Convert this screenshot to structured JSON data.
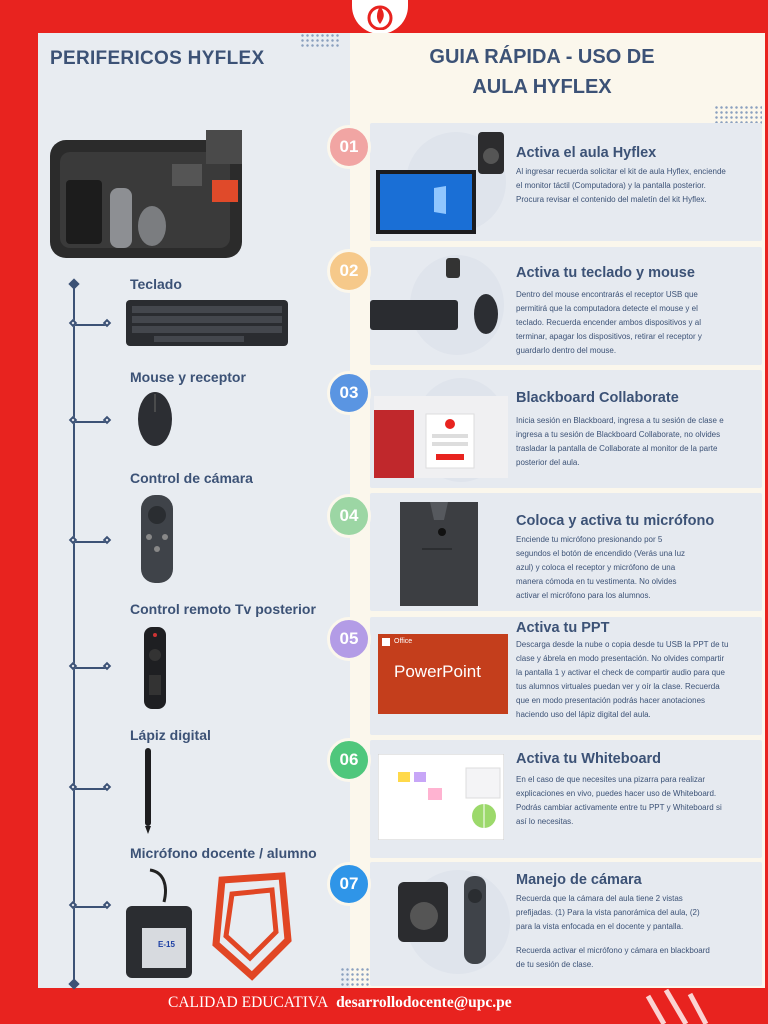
{
  "left": {
    "title": "PERIFERICOS HYFLEX",
    "items": [
      "Teclado",
      "Mouse y receptor",
      "Control de cámara",
      "Control remoto Tv posterior",
      "Lápiz digital",
      "Micrófono docente / alumno"
    ]
  },
  "right": {
    "title_line1": "GUIA RÁPIDA - USO DE",
    "title_line2": "AULA HYFLEX"
  },
  "steps": [
    {
      "num": "01",
      "title": "Activa el aula Hyflex",
      "desc": "Al ingresar recuerda solicitar el kit de aula Hyflex, enciende el monitor táctil (Computadora) y la pantalla posterior. Procura revisar el contenido del maletín del kit Hyflex.",
      "color": "#f1a5a3"
    },
    {
      "num": "02",
      "title": "Activa tu teclado y mouse",
      "desc": "Dentro del mouse encontrarás el receptor USB que permitirá que la computadora detecte el mouse y el teclado. Recuerda encender ambos dispositivos y al terminar, apagar los dispositivos, retirar el receptor y guardarlo dentro del mouse.",
      "color": "#f6c98a"
    },
    {
      "num": "03",
      "title": "Blackboard Collaborate",
      "desc": "Inicia sesión en Blackboard, ingresa a tu sesión de clase e ingresa a tu sesión de Blackboard Collaborate, no olvides trasladar la pantalla de Collaborate al monitor de la parte posterior del aula.",
      "color": "#5a95e2"
    },
    {
      "num": "04",
      "title": "Coloca y activa tu micrófono",
      "desc": "Enciende tu micrófono presionando por 5 segundos el botón de encendido (Verás una luz azul) y coloca el receptor y micrófono de una manera cómoda en tu vestimenta. No olvides activar el micrófono para los alumnos.",
      "color": "#9cd6a4"
    },
    {
      "num": "05",
      "title": "Activa tu PPT",
      "desc": "Descarga desde la nube o copia desde tu USB la PPT de tu clase y ábrela en modo presentación. No olvides compartir la pantalla 1 y activar el check de compartir audio para que tus alumnos virtuales puedan ver y oír la clase. Recuerda que en modo presentación podrás hacer anotaciones haciendo uso del lápiz digital del aula.",
      "color": "#b39ce6"
    },
    {
      "num": "06",
      "title": "Activa tu Whiteboard",
      "desc": "En el caso de que necesites una pizarra para realizar explicaciones en vivo, puedes hacer uso de Whiteboard. Podrás cambiar activamente entre tu PPT y Whiteboard si así lo necesitas.",
      "color": "#4fc77c"
    },
    {
      "num": "07",
      "title": "Manejo de cámara",
      "desc": "Recuerda que la cámara del aula tiene 2 vistas prefijadas. (1) Para la vista panorámica del aula, (2) para la vista enfocada en el docente y pantalla.",
      "desc2": "Recuerda activar el micrófono y cámara en blackboard de tu sesión de clase.",
      "color": "#2f95e8"
    }
  ],
  "ppt": {
    "office": "Office",
    "name": "PowerPoint"
  },
  "mic_tag": "E-15",
  "footer": {
    "label": "CALIDAD EDUCATIVA",
    "email": "desarrollodocente@upc.pe"
  }
}
